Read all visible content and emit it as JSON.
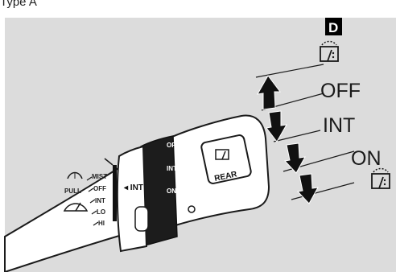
{
  "caption": "Type A",
  "badge": "D",
  "positions": {
    "off": "OFF",
    "int": "INT",
    "on": "ON"
  },
  "rear_switch": {
    "label": "REAR",
    "ring_labels": [
      "OFF",
      "INT",
      "ON"
    ]
  },
  "front_ring": {
    "marker": "◂ INT"
  },
  "front_scale": {
    "pull": "PULL",
    "mist": "MIST",
    "off": "OFF",
    "int": "INT",
    "lo": "LO",
    "hi": "HI"
  },
  "icons": [
    "rear-washer-icon",
    "rear-wiper-icon",
    "front-washer-icon",
    "front-wiper-icon"
  ],
  "colors": {
    "panel_bg": "#dcdcdc",
    "lever": "#ffffff",
    "outline": "#1a1a1a",
    "arrow": "#111111",
    "badge_bg": "#000000"
  }
}
